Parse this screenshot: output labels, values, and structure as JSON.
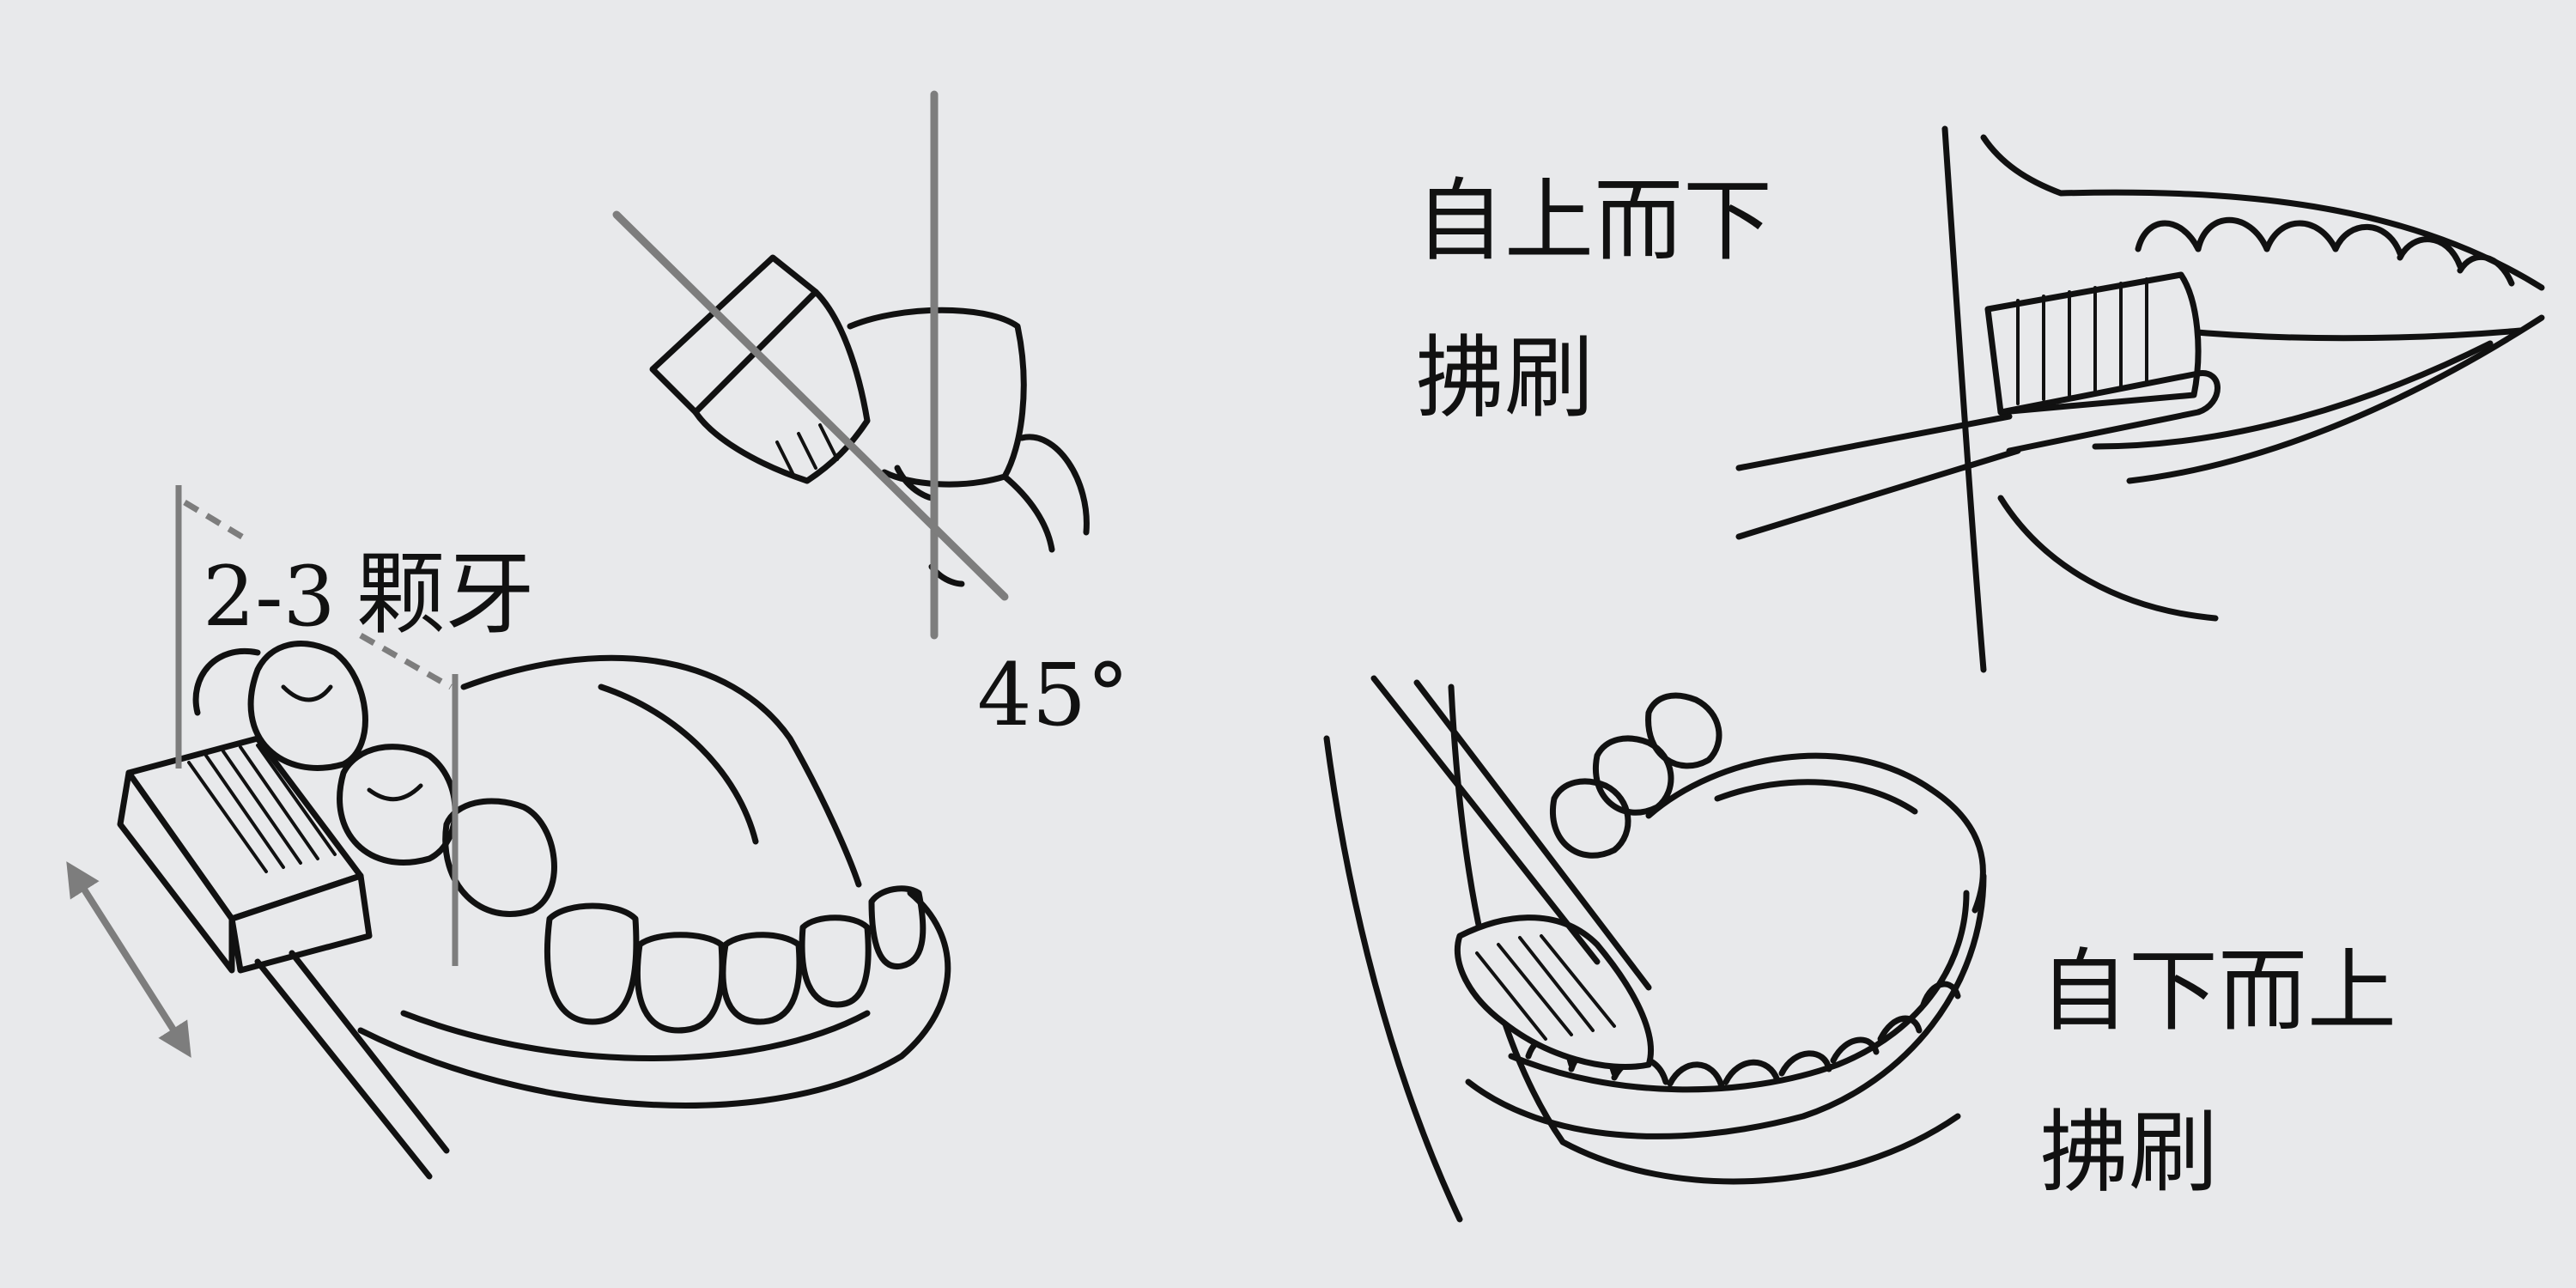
{
  "labels": {
    "teeth_count_prefix": "2-3",
    "teeth_count_suffix": "颗牙",
    "angle": "45°",
    "upper_direction": "自上而下",
    "upper_action": "拂刷",
    "lower_direction": "自下而上",
    "lower_action": "拂刷"
  },
  "colors": {
    "background": "#e8e9eb",
    "ink": "#111111",
    "guide": "#7d7d7d"
  }
}
